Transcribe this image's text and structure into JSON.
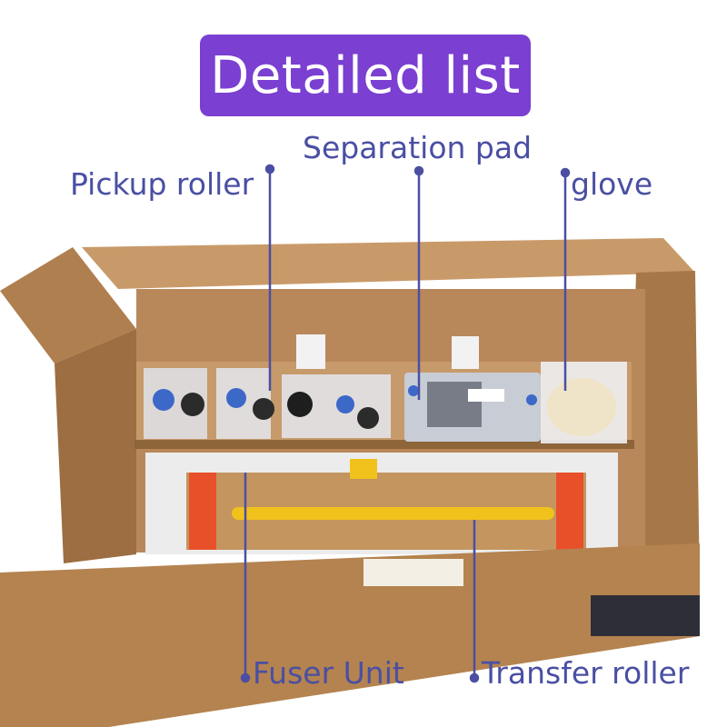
{
  "title": "Detailed list",
  "labels": {
    "pickup_roller": "Pickup roller",
    "separation_pad": "Separation pad",
    "glove": "glove",
    "fuser_unit": "Fuser Unit",
    "transfer_roller": "Transfer roller"
  },
  "colors": {
    "badge": "#7b3fd1",
    "label_text": "#4a4fa3",
    "leader_line": "#4a4fa3",
    "cardboard": "#b9885a",
    "cardboard_dark": "#8e6439",
    "foam": "#f2f2f2",
    "roller": "#f1c21b",
    "fuser_cap": "#e8502a"
  }
}
